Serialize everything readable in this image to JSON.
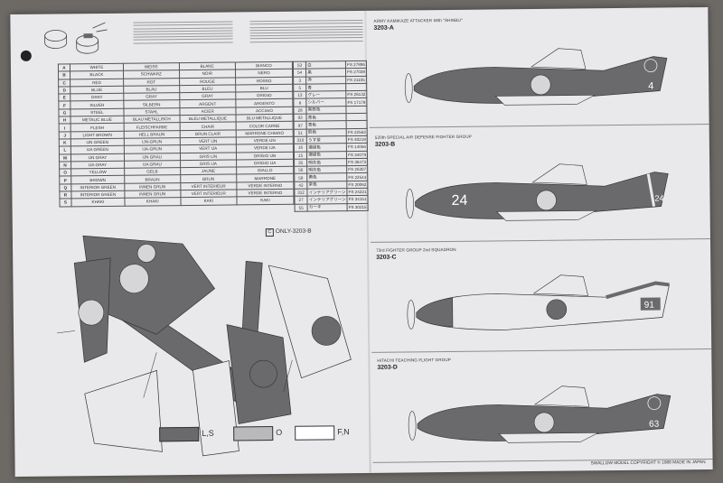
{
  "color_table": [
    {
      "letter": "A",
      "en": "WHITE",
      "de": "WEISS",
      "fr": "BLANC",
      "it": "BIANCO"
    },
    {
      "letter": "B",
      "en": "BLACK",
      "de": "SCHWARZ",
      "fr": "NOIR",
      "it": "NERO"
    },
    {
      "letter": "C",
      "en": "RED",
      "de": "ROT",
      "fr": "ROUGE",
      "it": "ROSSO"
    },
    {
      "letter": "D",
      "en": "BLUE",
      "de": "BLAU",
      "fr": "BLEU",
      "it": "BLU"
    },
    {
      "letter": "E",
      "en": "GRAY",
      "de": "GRAY",
      "fr": "GRAY",
      "it": "GRIGIO"
    },
    {
      "letter": "F",
      "en": "SILVER",
      "de": "SILBERN",
      "fr": "ARGENT",
      "it": "ARGENTO"
    },
    {
      "letter": "G",
      "en": "STEEL",
      "de": "STAHL",
      "fr": "ACIER",
      "it": "ACCIAIO"
    },
    {
      "letter": "H",
      "en": "METALIC BLUE",
      "de": "BLAU METALLISCH",
      "fr": "BLEU METALLIQUE",
      "it": "BLU METALLIQUE"
    },
    {
      "letter": "I",
      "en": "FLESH",
      "de": "FLEISCHFARBE",
      "fr": "CHAIR",
      "it": "COLOR CARNE"
    },
    {
      "letter": "J",
      "en": "LIGHT BROWN",
      "de": "HELL BRAUN",
      "fr": "BRUN CLAIR",
      "it": "MARRONE CHIARO"
    },
    {
      "letter": "K",
      "en": "IJN GREEN",
      "de": "IJN-GRUN",
      "fr": "VERT IJN",
      "it": "VERDE IJN"
    },
    {
      "letter": "L",
      "en": "IJA GREEN",
      "de": "IJA-GRUN",
      "fr": "VERT IJA",
      "it": "VERDE IJA"
    },
    {
      "letter": "M",
      "en": "IJN GRAY",
      "de": "IJN GRAU",
      "fr": "GRIS IJN",
      "it": "GRIGIO IJN"
    },
    {
      "letter": "N",
      "en": "IJA GRAY",
      "de": "IJA GRAU",
      "fr": "GRIS IJA",
      "it": "GRIGIO IJA"
    },
    {
      "letter": "O",
      "en": "YELLOW",
      "de": "GELB",
      "fr": "JAUNE",
      "it": "GIALLO"
    },
    {
      "letter": "P",
      "en": "BROWN",
      "de": "BRAUN",
      "fr": "BRUN",
      "it": "MARRONE"
    },
    {
      "letter": "Q",
      "en": "INTERIOR GREEN",
      "de": "INNEN GRUN",
      "fr": "VERT INTERIEUR",
      "it": "VERDE INTERNO"
    },
    {
      "letter": "R",
      "en": "INTERIOR GREEN",
      "de": "INNEN GRUN",
      "fr": "VERT INTERIEUR",
      "it": "VERDE INTERNO"
    },
    {
      "letter": "S",
      "en": "KHAKI",
      "de": "KHAKI",
      "fr": "KAKI",
      "it": "KAKI"
    }
  ],
  "fs_table": [
    {
      "num": "53",
      "jp": "白",
      "fs": "FS 27886"
    },
    {
      "num": "54",
      "jp": "黒",
      "fs": "FS 27038"
    },
    {
      "num": "3",
      "jp": "赤",
      "fs": "FS 21105"
    },
    {
      "num": "5",
      "jp": "青",
      "fs": ""
    },
    {
      "num": "13",
      "jp": "グレー",
      "fs": "FS 26132"
    },
    {
      "num": "8",
      "jp": "シルバー",
      "fs": "FS 17178"
    },
    {
      "num": "28",
      "jp": "黒鉄色",
      "fs": ""
    },
    {
      "num": "93",
      "jp": "青色",
      "fs": ""
    },
    {
      "num": "97",
      "jp": "青色",
      "fs": ""
    },
    {
      "num": "51",
      "jp": "肌色",
      "fs": "FS 22563"
    },
    {
      "num": "310",
      "jp": "うす茶",
      "fs": "FS 30219"
    },
    {
      "num": "16",
      "jp": "濃緑色",
      "fs": "FS 14056"
    },
    {
      "num": "15",
      "jp": "濃緑色",
      "fs": "FS 34079"
    },
    {
      "num": "35",
      "jp": "明灰色",
      "fs": "FS 36473"
    },
    {
      "num": "56",
      "jp": "明灰色",
      "fs": "FS 26307"
    },
    {
      "num": "58",
      "jp": "黄色",
      "fs": "FS 22544"
    },
    {
      "num": "42",
      "jp": "茶色",
      "fs": "FS 20062"
    },
    {
      "num": "312",
      "jp": "インテリアグリーン",
      "fs": "FS 24221"
    },
    {
      "num": "27",
      "jp": "インテリアグリーン",
      "fs": "FS 34151"
    },
    {
      "num": "55",
      "jp": "カーキ",
      "fs": "FS 30215"
    }
  ],
  "sections": [
    {
      "title": "ARMY KAMIKAZE ATTACKER 58th \"SHINBU\"",
      "code": "3203-A",
      "marking": "4"
    },
    {
      "title": "520th SPECIAL AIR DEFENSE FIGHTER GROUP",
      "code": "3203-B",
      "marking": "24"
    },
    {
      "title": "73rd FIGHTER GROUP 2nd SQUADRON",
      "code": "3203-C",
      "marking": "91"
    },
    {
      "title": "HITACHI TEACHING FLIGHT GROUP",
      "code": "3203-D",
      "marking": "63"
    }
  ],
  "only_label": "ONLY-3203-B",
  "only_letter": "C",
  "legend": [
    {
      "label": "L,S",
      "color": "#6a6a6c"
    },
    {
      "label": "O",
      "color": "#b9b9bb"
    },
    {
      "label": "F,N",
      "color": "#ffffff"
    }
  ],
  "copyright": "SWALLOW MODEL COPYRIGHT © 1988 MADE IN JAPAN",
  "colors": {
    "paper": "#e9e8ea",
    "paint_dark": "#6a6a6c",
    "ink": "#333333",
    "hinomaru": "#d6d6d8"
  }
}
